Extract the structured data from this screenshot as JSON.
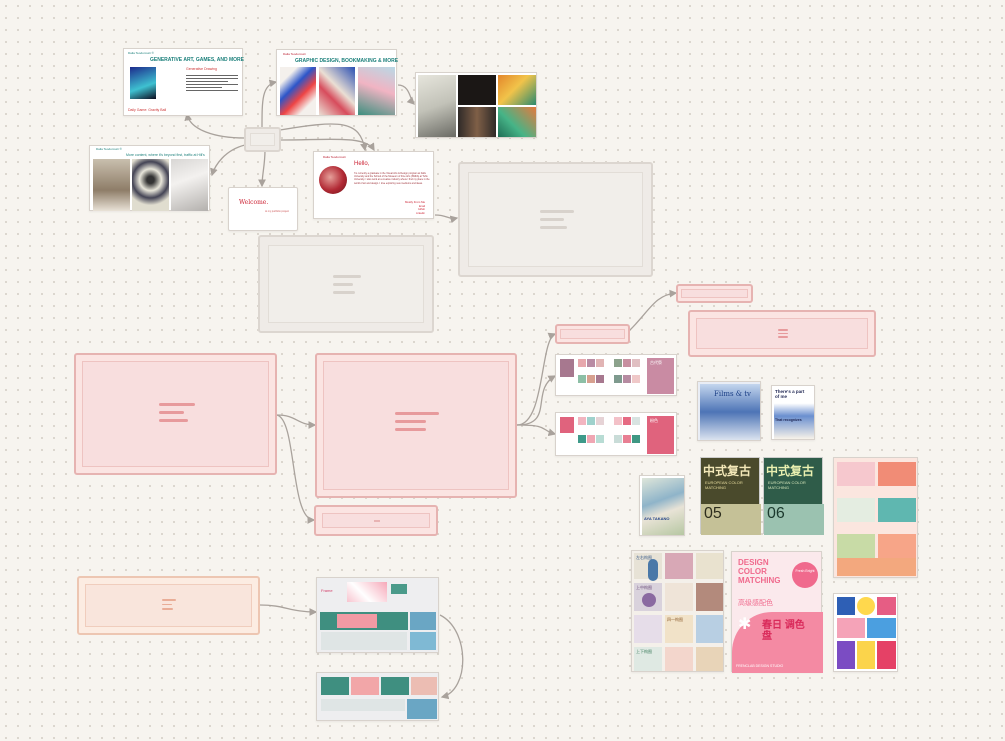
{
  "canvas": {
    "background": "#f7f4ef",
    "arrow_color": "#a9a29c"
  },
  "site1": {
    "brand": "Dalia Teodorovici ®",
    "title": "GENERATIVE ART, GAMES, AND MORE",
    "section": "Generative Drawing",
    "footer_title": "Daily Game: Gravity Ball"
  },
  "site2": {
    "brand": "Dalia Teodorovici",
    "title": "GRAPHIC DESIGN, BOOKMAKING & MORE"
  },
  "site3": {
    "brand": "Dalia Teodorovici ®",
    "title": "More content, where it's beyond first, traffic at Hill's"
  },
  "site4": {
    "brand": "Dalia Teodorovici",
    "greeting": "Hello,",
    "body": "I'm currently a graduate in the Visual Arts & Design program at Falls University and the School of the Museum of Fine Arts (SMFA) at Tufts University. I also work at a creative industry where I find my place in the world of art and design. I love exploring new mediums and ideas.",
    "sign": "Mostly From Me",
    "links": [
      "Email",
      "Github",
      "Linkedin"
    ]
  },
  "welcome_card": {
    "title": "Welcome.",
    "subtitle": "to my portfolio project"
  },
  "palette_cards": {
    "top_label": "古代祭",
    "bottom_label": "粉色"
  },
  "posters": {
    "films_tv": "Films & tv",
    "theres_part": "There's a part of me",
    "that_recognizes": "That recognizes",
    "cn_title": "中式复古",
    "cn_subtitle": "EUROPEAN COLOR MATCHING",
    "cn_number_1": "05",
    "cn_number_2": "06",
    "takano": "AYA TAKANO",
    "design_title": "DESIGN COLOR MATCHING",
    "design_cn": "高级感配色",
    "design_cn2": "春日 调色盘",
    "design_badge": "Fresh Bright",
    "design_footer": "FRENCLAB DESIGN STUDIO",
    "grid_labels": [
      "左右构图",
      "上中构图",
      "四一构图",
      "上下构图"
    ]
  },
  "bottom_mockup": {
    "label": "Frame"
  }
}
